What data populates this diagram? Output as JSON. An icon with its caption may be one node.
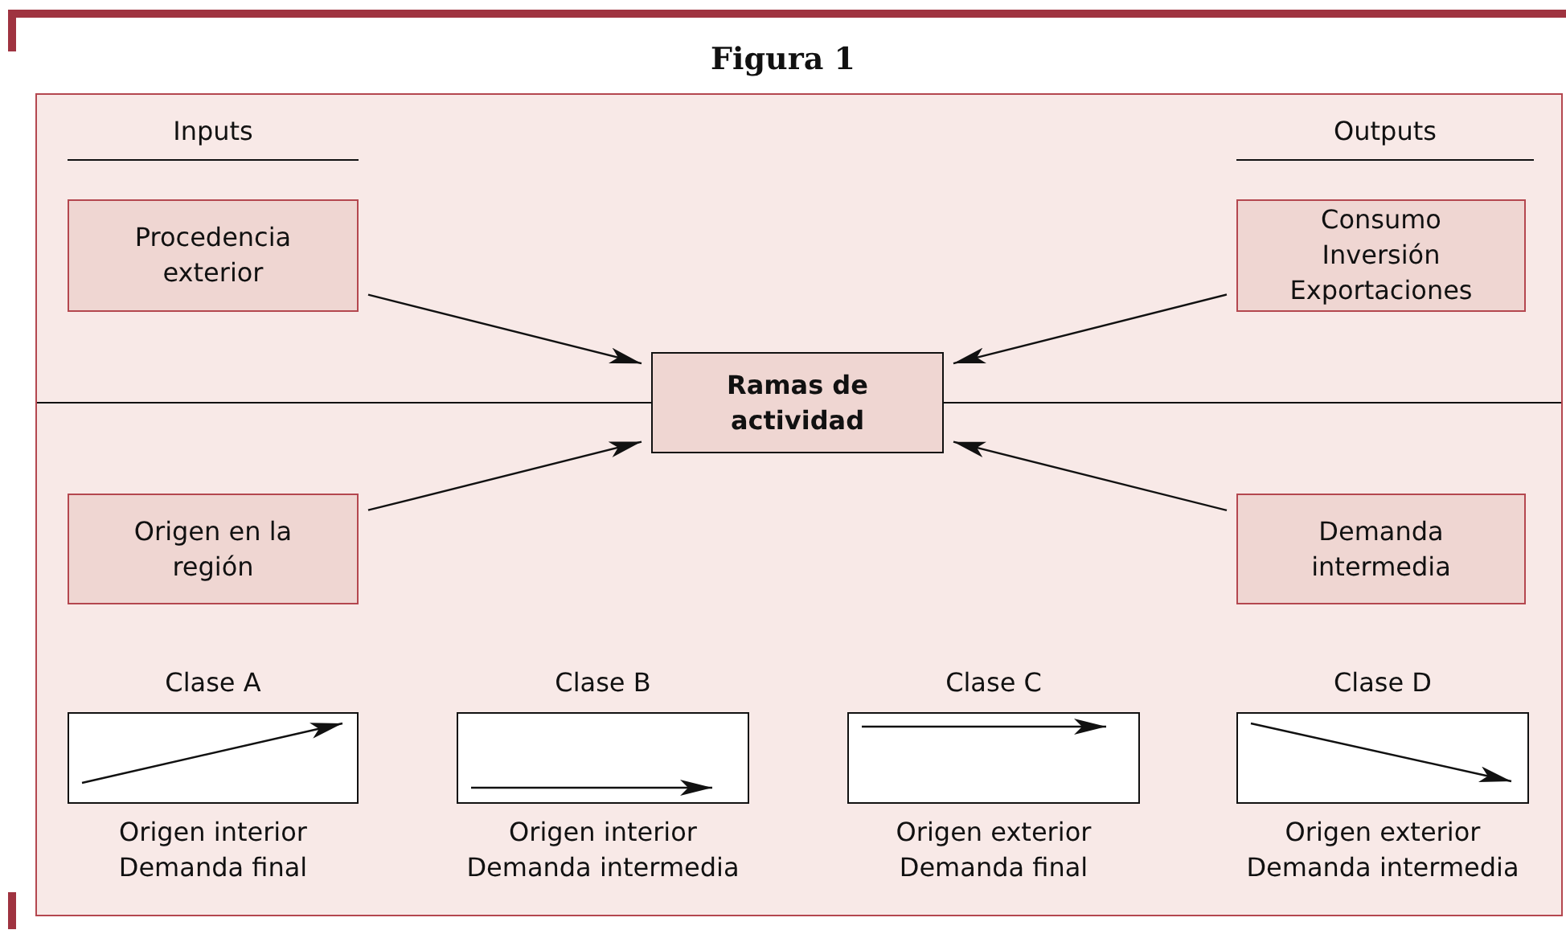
{
  "diagram": {
    "title": "Figura 1",
    "nodes": [
      {
        "text": [
          "Procedencia exterior"
        ]
      },
      {
        "text": [
          "Consumo Inversión Exportaciones"
        ]
      },
      {
        "text": [
          "Ramas de actividad"
        ]
      },
      {
        "text": [
          "Origen en la región"
        ]
      },
      {
        "text": [
          "Demanda intermedia"
        ]
      },
      {
        "text": [
          "Clase A"
        ],
        "beside": [
          "Origen interior",
          "Demanda final"
        ]
      },
      {
        "text": [
          "Clase B"
        ],
        "beside": [
          "Origen interior",
          "Demanda intermedia"
        ]
      },
      {
        "text": [
          "Clase C"
        ],
        "beside": [
          "Origen exterior",
          "Demanda final"
        ]
      },
      {
        "text": [
          "Clase D"
        ],
        "beside": [
          "Origen exterior",
          "Demanda intermedia"
        ]
      }
    ],
    "edges": [
      {
        "from": 0,
        "to": 2,
        "arrow": "to"
      },
      {
        "from": 1,
        "to": 2,
        "arrow": "to"
      },
      {
        "from": 3,
        "to": 2,
        "arrow": "to"
      },
      {
        "from": 4,
        "to": 2,
        "arrow": "to"
      }
    ],
    "labels": [
      "Inputs",
      "Outputs"
    ]
  }
}
